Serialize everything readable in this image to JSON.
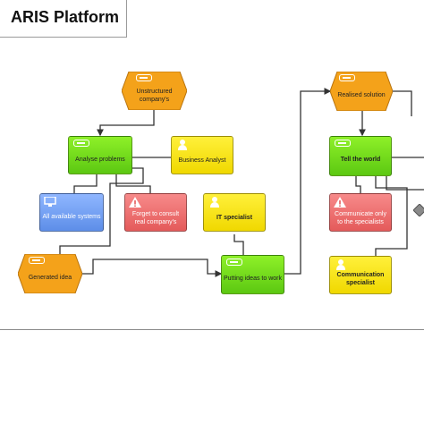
{
  "header": {
    "title": "ARIS Platform"
  },
  "nodes": {
    "unstructured": "Unstructured company's",
    "analyse": "Analyse problems",
    "business_analyst": "Business Analyst",
    "all_systems": "All available systems",
    "forget": "Forget to consult real company's",
    "it_specialist": "IT specialist",
    "generated_idea": "Generated idea",
    "putting_ideas": "Putting ideas to work",
    "realised": "Realised solution",
    "tell_world": "Tell the world",
    "communicate": "Communicate only to the specialists",
    "comm_specialist": "Communication specialist"
  },
  "colors": {
    "event": "#f4a21a",
    "function": "#6ad81a",
    "role": "#f7e20a",
    "info": "#6f9cf0",
    "risk": "#ea6464"
  },
  "icons": {
    "event": "arrow-tag-icon",
    "function": "arrow-tag-icon",
    "role": "person-icon",
    "info": "monitor-icon",
    "risk": "warning-icon"
  }
}
